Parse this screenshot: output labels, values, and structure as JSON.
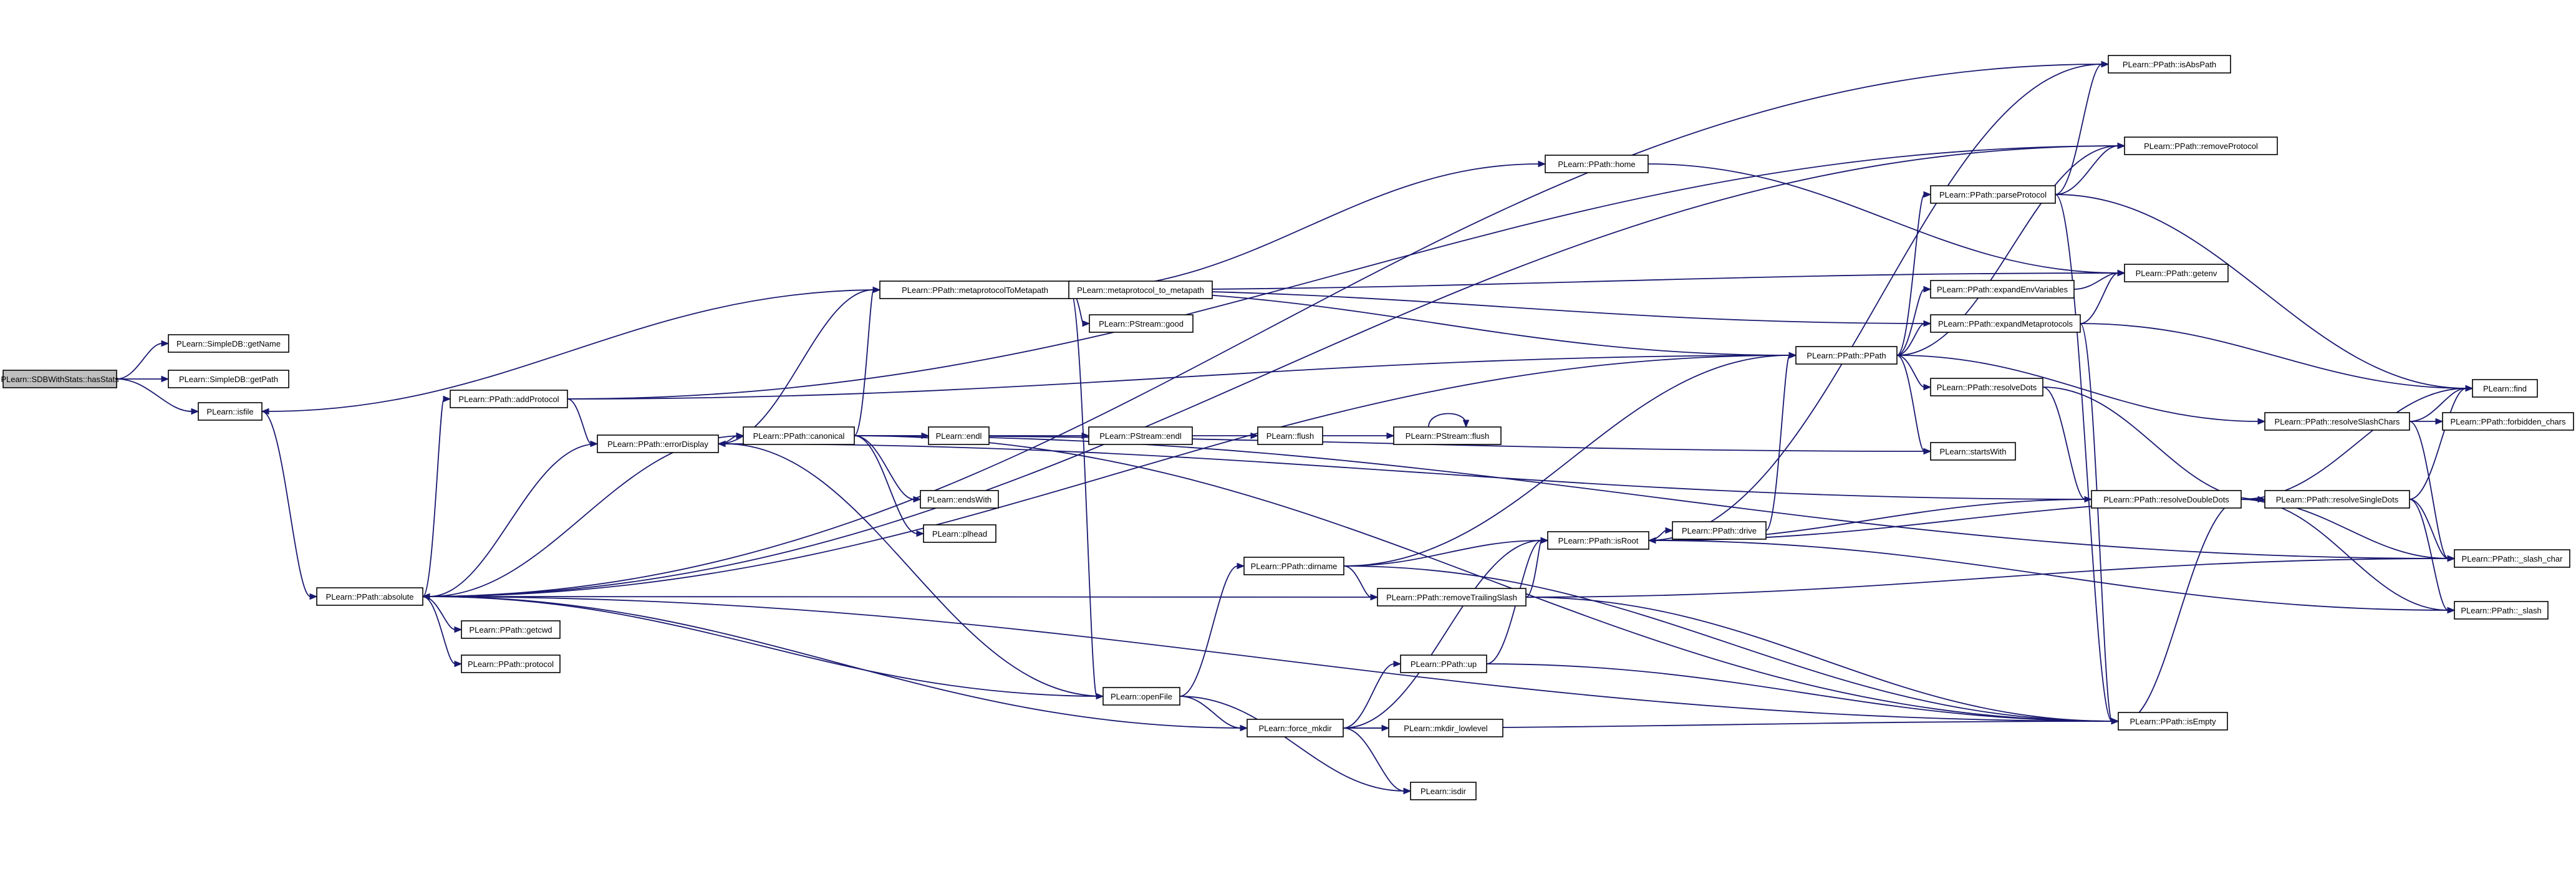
{
  "nodes": [
    {
      "id": "root",
      "label": "PLearn::SDBWithStats::hasStats"
    },
    {
      "id": "getName",
      "label": "PLearn::SimpleDB::getName"
    },
    {
      "id": "getPath",
      "label": "PLearn::SimpleDB::getPath"
    },
    {
      "id": "isfile",
      "label": "PLearn::isfile"
    },
    {
      "id": "absolute",
      "label": "PLearn::PPath::absolute"
    },
    {
      "id": "addProtocol",
      "label": "PLearn::PPath::addProtocol"
    },
    {
      "id": "errorDisplay",
      "label": "PLearn::PPath::errorDisplay"
    },
    {
      "id": "getcwd",
      "label": "PLearn::PPath::getcwd"
    },
    {
      "id": "protocol",
      "label": "PLearn::PPath::protocol"
    },
    {
      "id": "canonical",
      "label": "PLearn::PPath::canonical"
    },
    {
      "id": "metaprotocolToMetapath",
      "label": "PLearn::PPath::metaprotocolToMetapath"
    },
    {
      "id": "metaprotocol_to_metapath",
      "label": "PLearn::metaprotocol_to_metapath"
    },
    {
      "id": "good",
      "label": "PLearn::PStream::good"
    },
    {
      "id": "endl",
      "label": "PLearn::endl"
    },
    {
      "id": "pendl",
      "label": "PLearn::PStream::endl"
    },
    {
      "id": "flush",
      "label": "PLearn::flush"
    },
    {
      "id": "pflush",
      "label": "PLearn::PStream::flush"
    },
    {
      "id": "endsWith",
      "label": "PLearn::endsWith"
    },
    {
      "id": "plhead",
      "label": "PLearn::plhead"
    },
    {
      "id": "openFile",
      "label": "PLearn::openFile"
    },
    {
      "id": "force_mkdir",
      "label": "PLearn::force_mkdir"
    },
    {
      "id": "mkdir_lowlevel",
      "label": "PLearn::mkdir_lowlevel"
    },
    {
      "id": "isdir",
      "label": "PLearn::isdir"
    },
    {
      "id": "up",
      "label": "PLearn::PPath::up"
    },
    {
      "id": "dirname",
      "label": "PLearn::PPath::dirname"
    },
    {
      "id": "removeTrailingSlash",
      "label": "PLearn::PPath::removeTrailingSlash"
    },
    {
      "id": "isRoot",
      "label": "PLearn::PPath::isRoot"
    },
    {
      "id": "drive",
      "label": "PLearn::PPath::drive"
    },
    {
      "id": "home",
      "label": "PLearn::PPath::home"
    },
    {
      "id": "PPath",
      "label": "PLearn::PPath::PPath"
    },
    {
      "id": "parseProtocol",
      "label": "PLearn::PPath::parseProtocol"
    },
    {
      "id": "expandEnvVariables",
      "label": "PLearn::PPath::expandEnvVariables"
    },
    {
      "id": "expandMetaprotocols",
      "label": "PLearn::PPath::expandMetaprotocols"
    },
    {
      "id": "resolveDots",
      "label": "PLearn::PPath::resolveDots"
    },
    {
      "id": "startsWith",
      "label": "PLearn::startsWith"
    },
    {
      "id": "resolveDoubleDots",
      "label": "PLearn::PPath::resolveDoubleDots"
    },
    {
      "id": "resolveSlashChars",
      "label": "PLearn::PPath::resolveSlashChars"
    },
    {
      "id": "resolveSingleDots",
      "label": "PLearn::PPath::resolveSingleDots"
    },
    {
      "id": "isAbsPath",
      "label": "PLearn::PPath::isAbsPath"
    },
    {
      "id": "removeProtocol",
      "label": "PLearn::PPath::removeProtocol"
    },
    {
      "id": "getenv",
      "label": "PLearn::PPath::getenv"
    },
    {
      "id": "find",
      "label": "PLearn::find"
    },
    {
      "id": "forbidden_chars",
      "label": "PLearn::PPath::forbidden_chars"
    },
    {
      "id": "slash_char",
      "label": "PLearn::PPath::_slash_char"
    },
    {
      "id": "slash",
      "label": "PLearn::PPath::_slash"
    },
    {
      "id": "isEmpty",
      "label": "PLearn::PPath::isEmpty"
    }
  ],
  "edges": [
    [
      "root",
      "getName"
    ],
    [
      "root",
      "getPath"
    ],
    [
      "root",
      "isfile"
    ],
    [
      "isfile",
      "absolute"
    ],
    [
      "absolute",
      "addProtocol"
    ],
    [
      "absolute",
      "getcwd"
    ],
    [
      "absolute",
      "protocol"
    ],
    [
      "absolute",
      "isAbsPath"
    ],
    [
      "absolute",
      "removeProtocol"
    ],
    [
      "absolute",
      "PPath"
    ],
    [
      "absolute",
      "removeTrailingSlash"
    ],
    [
      "absolute",
      "isEmpty"
    ],
    [
      "addProtocol",
      "errorDisplay"
    ],
    [
      "addProtocol",
      "PPath"
    ],
    [
      "addProtocol",
      "removeProtocol"
    ],
    [
      "errorDisplay",
      "absolute"
    ],
    [
      "errorDisplay",
      "canonical"
    ],
    [
      "errorDisplay",
      "metaprotocolToMetapath"
    ],
    [
      "canonical",
      "absolute"
    ],
    [
      "canonical",
      "metaprotocolToMetapath"
    ],
    [
      "canonical",
      "endl"
    ],
    [
      "canonical",
      "endsWith"
    ],
    [
      "canonical",
      "plhead"
    ],
    [
      "canonical",
      "startsWith"
    ],
    [
      "canonical",
      "isEmpty"
    ],
    [
      "canonical",
      "slash_char"
    ],
    [
      "metaprotocolToMetapath",
      "metaprotocol_to_metapath"
    ],
    [
      "metaprotocolToMetapath",
      "good"
    ],
    [
      "metaprotocolToMetapath",
      "home"
    ],
    [
      "metaprotocolToMetapath",
      "getenv"
    ],
    [
      "metaprotocolToMetapath",
      "PPath"
    ],
    [
      "metaprotocolToMetapath",
      "openFile"
    ],
    [
      "metaprotocolToMetapath",
      "isfile"
    ],
    [
      "endl",
      "pendl"
    ],
    [
      "pendl",
      "flush"
    ],
    [
      "flush",
      "pflush"
    ],
    [
      "pflush",
      "pflush"
    ],
    [
      "openFile",
      "absolute"
    ],
    [
      "openFile",
      "dirname"
    ],
    [
      "openFile",
      "force_mkdir"
    ],
    [
      "openFile",
      "isdir"
    ],
    [
      "openFile",
      "errorDisplay"
    ],
    [
      "force_mkdir",
      "absolute"
    ],
    [
      "force_mkdir",
      "up"
    ],
    [
      "force_mkdir",
      "mkdir_lowlevel"
    ],
    [
      "force_mkdir",
      "isdir"
    ],
    [
      "force_mkdir",
      "isEmpty"
    ],
    [
      "force_mkdir",
      "isRoot"
    ],
    [
      "up",
      "isRoot"
    ],
    [
      "up",
      "isEmpty"
    ],
    [
      "dirname",
      "PPath"
    ],
    [
      "dirname",
      "isRoot"
    ],
    [
      "dirname",
      "removeTrailingSlash"
    ],
    [
      "dirname",
      "isEmpty"
    ],
    [
      "removeTrailingSlash",
      "isRoot"
    ],
    [
      "removeTrailingSlash",
      "slash_char"
    ],
    [
      "removeTrailingSlash",
      "isEmpty"
    ],
    [
      "isRoot",
      "drive"
    ],
    [
      "isRoot",
      "isAbsPath"
    ],
    [
      "isRoot",
      "slash"
    ],
    [
      "drive",
      "PPath"
    ],
    [
      "home",
      "getenv"
    ],
    [
      "PPath",
      "parseProtocol"
    ],
    [
      "PPath",
      "expandEnvVariables"
    ],
    [
      "PPath",
      "expandMetaprotocols"
    ],
    [
      "PPath",
      "resolveDots"
    ],
    [
      "PPath",
      "startsWith"
    ],
    [
      "PPath",
      "resolveSlashChars"
    ],
    [
      "PPath",
      "removeProtocol"
    ],
    [
      "parseProtocol",
      "isAbsPath"
    ],
    [
      "parseProtocol",
      "removeProtocol"
    ],
    [
      "parseProtocol",
      "find"
    ],
    [
      "parseProtocol",
      "isEmpty"
    ],
    [
      "expandEnvVariables",
      "getenv"
    ],
    [
      "expandMetaprotocols",
      "getenv"
    ],
    [
      "expandMetaprotocols",
      "find"
    ],
    [
      "expandMetaprotocols",
      "metaprotocolToMetapath"
    ],
    [
      "expandMetaprotocols",
      "isEmpty"
    ],
    [
      "resolveDots",
      "resolveDoubleDots"
    ],
    [
      "resolveDots",
      "resolveSingleDots"
    ],
    [
      "resolveDoubleDots",
      "errorDisplay"
    ],
    [
      "resolveDoubleDots",
      "isRoot"
    ],
    [
      "resolveDoubleDots",
      "find"
    ],
    [
      "resolveDoubleDots",
      "resolveSingleDots"
    ],
    [
      "resolveDoubleDots",
      "slash_char"
    ],
    [
      "resolveDoubleDots",
      "slash"
    ],
    [
      "resolveDoubleDots",
      "isEmpty"
    ],
    [
      "resolveSingleDots",
      "find"
    ],
    [
      "resolveSingleDots",
      "slash_char"
    ],
    [
      "resolveSingleDots",
      "slash"
    ],
    [
      "resolveSingleDots",
      "isRoot"
    ],
    [
      "resolveSlashChars",
      "find"
    ],
    [
      "resolveSlashChars",
      "forbidden_chars"
    ],
    [
      "resolveSlashChars",
      "slash_char"
    ]
  ]
}
